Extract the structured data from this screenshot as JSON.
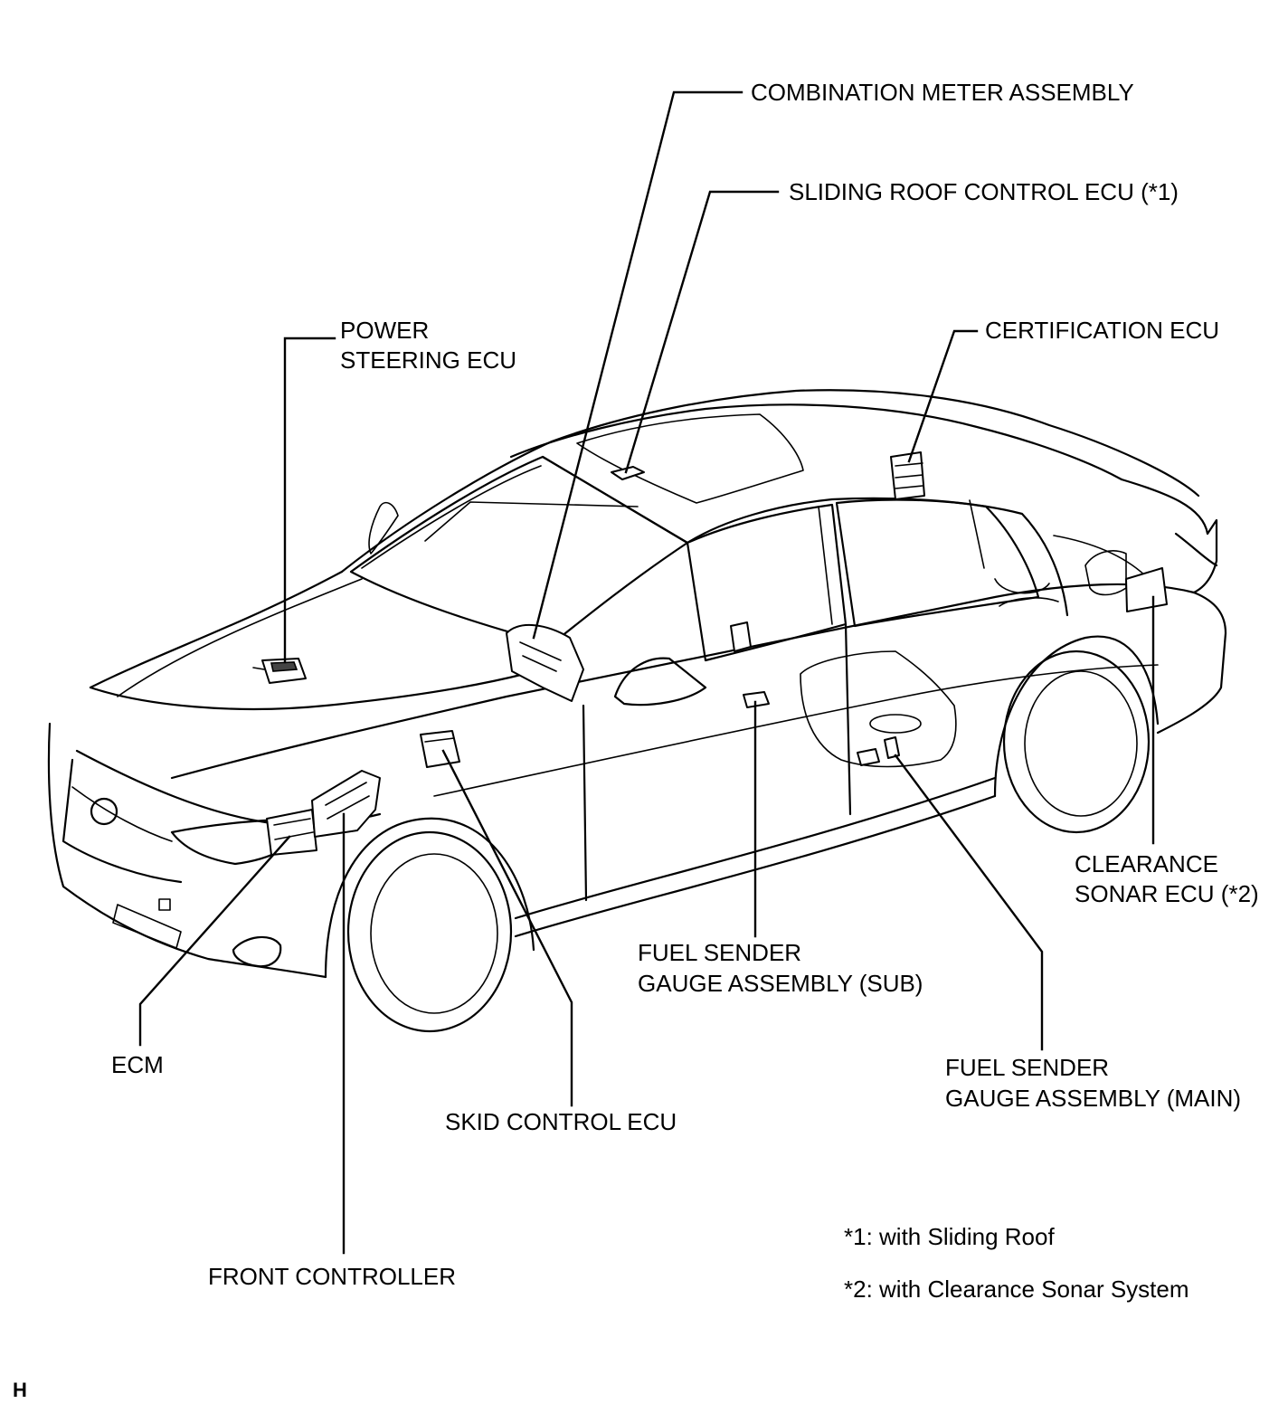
{
  "labels": {
    "combination_meter": "COMBINATION METER ASSEMBLY",
    "sliding_roof_ecu": "SLIDING ROOF CONTROL ECU (*1)",
    "power_steering_ecu_line1": "POWER",
    "power_steering_ecu_line2": "STEERING ECU",
    "certification_ecu": "CERTIFICATION ECU",
    "clearance_sonar_line1": "CLEARANCE",
    "clearance_sonar_line2": "SONAR ECU (*2)",
    "fuel_sub_line1": "FUEL SENDER",
    "fuel_sub_line2": "GAUGE ASSEMBLY (SUB)",
    "fuel_main_line1": "FUEL SENDER",
    "fuel_main_line2": "GAUGE ASSEMBLY (MAIN)",
    "ecm": "ECM",
    "skid_control_ecu": "SKID CONTROL ECU",
    "front_controller": "FRONT CONTROLLER"
  },
  "notes": {
    "note1": "*1: with Sliding Roof",
    "note2": "*2: with Clearance Sonar System"
  },
  "corner_mark": "H"
}
